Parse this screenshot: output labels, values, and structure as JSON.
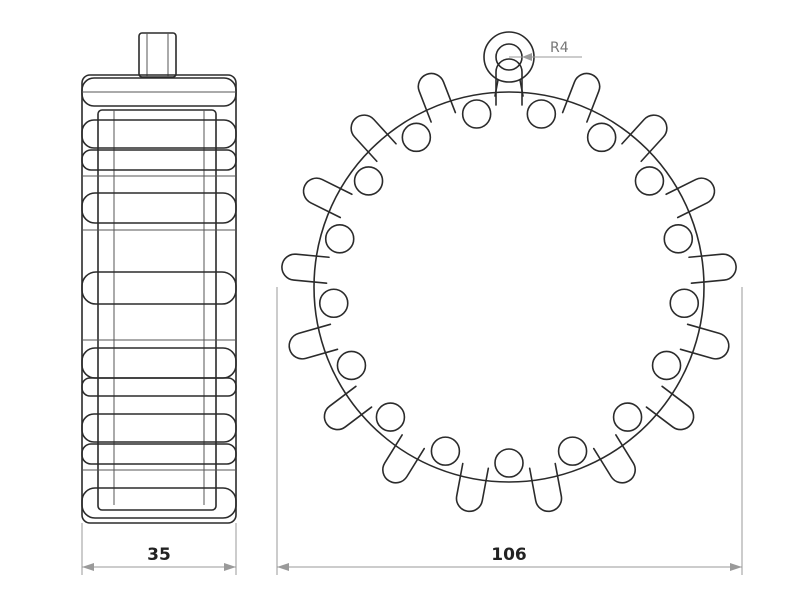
{
  "dimensions": {
    "width_label": "35",
    "diameter_label": "106",
    "radius_label": "R4"
  },
  "colors": {
    "outline": "#2b2b2b",
    "dimension_line": "#9a9a9a",
    "dimension_text": "#222222",
    "radius_text": "#777777"
  },
  "views": [
    {
      "name": "side-view"
    },
    {
      "name": "front-view",
      "teeth_count": 17
    }
  ]
}
